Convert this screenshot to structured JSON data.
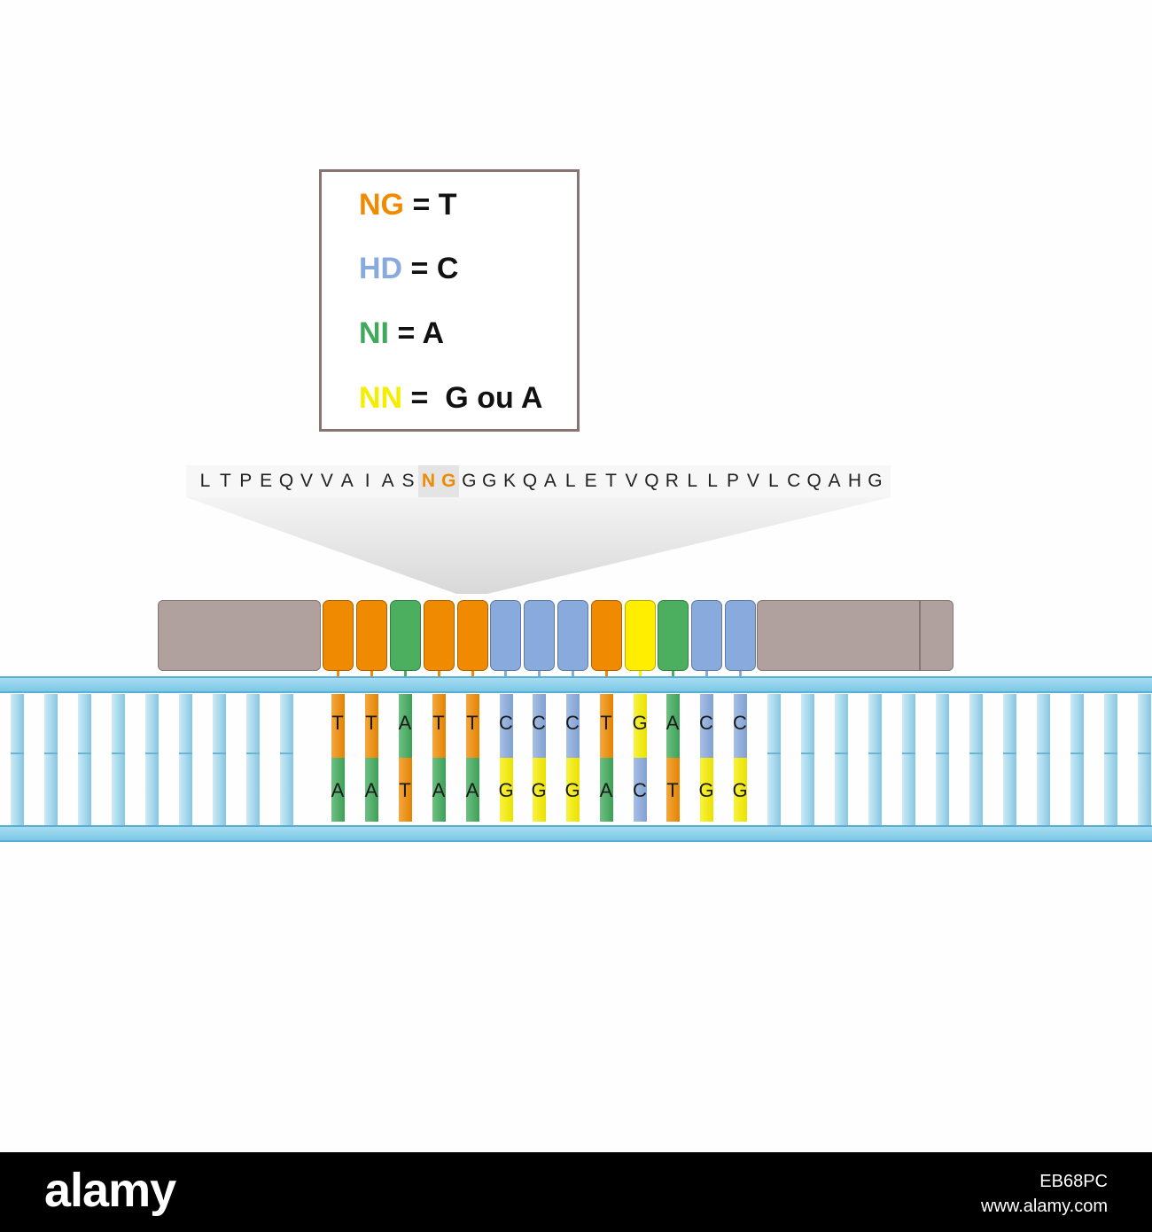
{
  "legend": [
    {
      "code": "NG",
      "eq": " = T",
      "color": "#f08a00"
    },
    {
      "code": "HD",
      "eq": " = C",
      "color": "#88aadc"
    },
    {
      "code": "NI",
      "eq": " = A",
      "color": "#3faa5a"
    },
    {
      "code": "NN",
      "eq": " =  G ou A",
      "color": "#f6ee00"
    }
  ],
  "sequence": [
    "L",
    "T",
    "P",
    "E",
    "Q",
    "V",
    "V",
    "A",
    "I",
    "A",
    "S",
    "N",
    "G",
    "G",
    "G",
    "K",
    "Q",
    "A",
    "L",
    "E",
    "T",
    "V",
    "Q",
    "R",
    "L",
    "L",
    "P",
    "V",
    "L",
    "C",
    "Q",
    "A",
    "H",
    "G"
  ],
  "sequence_highlight": [
    11,
    12
  ],
  "repeat_colors": [
    "#f08a00",
    "#f08a00",
    "#4caf60",
    "#f08a00",
    "#f08a00",
    "#88aadc",
    "#88aadc",
    "#88aadc",
    "#f08a00",
    "#ffee00",
    "#4caf60",
    "#88aadc",
    "#88aadc"
  ],
  "dna_top": [
    "T",
    "T",
    "A",
    "T",
    "T",
    "C",
    "C",
    "C",
    "T",
    "G",
    "A",
    "C",
    "C"
  ],
  "dna_bottom": [
    "A",
    "A",
    "T",
    "A",
    "A",
    "G",
    "G",
    "G",
    "A",
    "C",
    "T",
    "G",
    "G"
  ],
  "nucleotide_colors": {
    "T": "#f08a00",
    "A": "#3faa5a",
    "C": "#88aadc",
    "G": "#f6ee00"
  },
  "footer": {
    "logo": "alamy",
    "image_id": "EB68PC",
    "url": "www.alamy.com"
  }
}
